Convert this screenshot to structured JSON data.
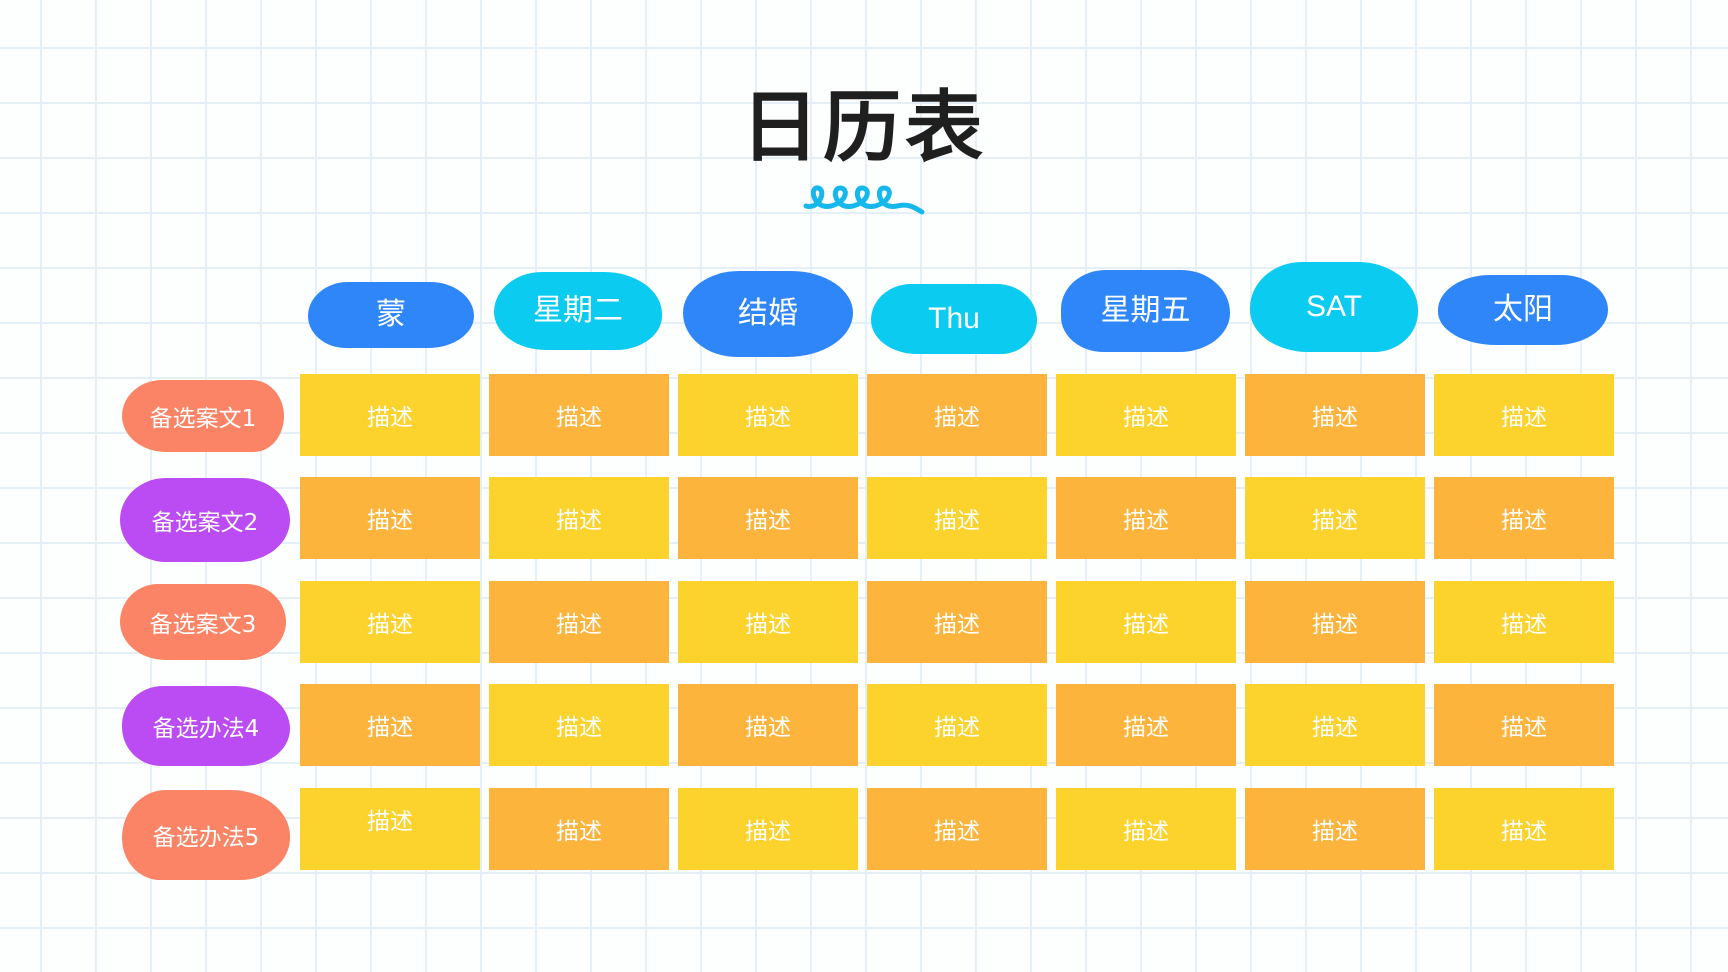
{
  "title": "日历表",
  "colors": {
    "grid_line": "#e4eff8",
    "day_blue": "#2e86f8",
    "day_cyan": "#0ccbf0",
    "label_coral": "#fa8465",
    "label_violet": "#bb4bf2",
    "cell_yellow": "#fcd22d",
    "cell_orange": "#fdb43c",
    "squiggle": "#16b8ec"
  },
  "days": [
    "蒙",
    "星期二",
    "结婚",
    "Thu",
    "星期五",
    "SAT",
    "太阳"
  ],
  "rows": [
    {
      "label": "备选案文1",
      "cells": [
        "描述",
        "描述",
        "描述",
        "描述",
        "描述",
        "描述",
        "描述"
      ]
    },
    {
      "label": "备选案文2",
      "cells": [
        "描述",
        "描述",
        "描述",
        "描述",
        "描述",
        "描述",
        "描述"
      ]
    },
    {
      "label": "备选案文3",
      "cells": [
        "描述",
        "描述",
        "描述",
        "描述",
        "描述",
        "描述",
        "描述"
      ]
    },
    {
      "label": "备选办法4",
      "cells": [
        "描述",
        "描述",
        "描述",
        "描述",
        "描述",
        "描述",
        "描述"
      ]
    },
    {
      "label": "备选办法5",
      "cells": [
        "描述",
        "描述",
        "描述",
        "描述",
        "描述",
        "描述",
        "描述"
      ]
    }
  ]
}
